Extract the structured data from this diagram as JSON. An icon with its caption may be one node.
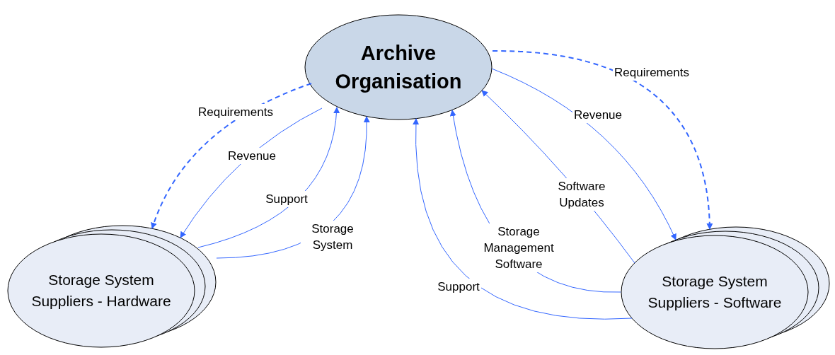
{
  "diagram": {
    "nodes": [
      {
        "text": [
          "Archive Organisation"
        ]
      },
      {
        "text": [
          "Storage System Suppliers - Hardware"
        ]
      },
      {
        "text": [
          "Storage System Suppliers - Software"
        ]
      }
    ],
    "edges": [
      {
        "from": 0,
        "to": 1,
        "arrow": "to",
        "label": "Requirements",
        "style": "dashed"
      },
      {
        "from": 0,
        "to": 1,
        "arrow": "to",
        "label": "Revenue"
      },
      {
        "from": 1,
        "to": 0,
        "arrow": "to",
        "label": "Support"
      },
      {
        "from": 1,
        "to": 0,
        "arrow": "to",
        "label": "Storage System"
      },
      {
        "from": 0,
        "to": 2,
        "arrow": "to",
        "label": "Requirements",
        "style": "dashed"
      },
      {
        "from": 0,
        "to": 2,
        "arrow": "to",
        "label": "Revenue"
      },
      {
        "from": 2,
        "to": 0,
        "arrow": "to",
        "label": "Software Updates"
      },
      {
        "from": 2,
        "to": 0,
        "arrow": "to",
        "label": "Storage Management Software"
      },
      {
        "from": 2,
        "to": 0,
        "arrow": "to",
        "label": "Support"
      }
    ]
  }
}
